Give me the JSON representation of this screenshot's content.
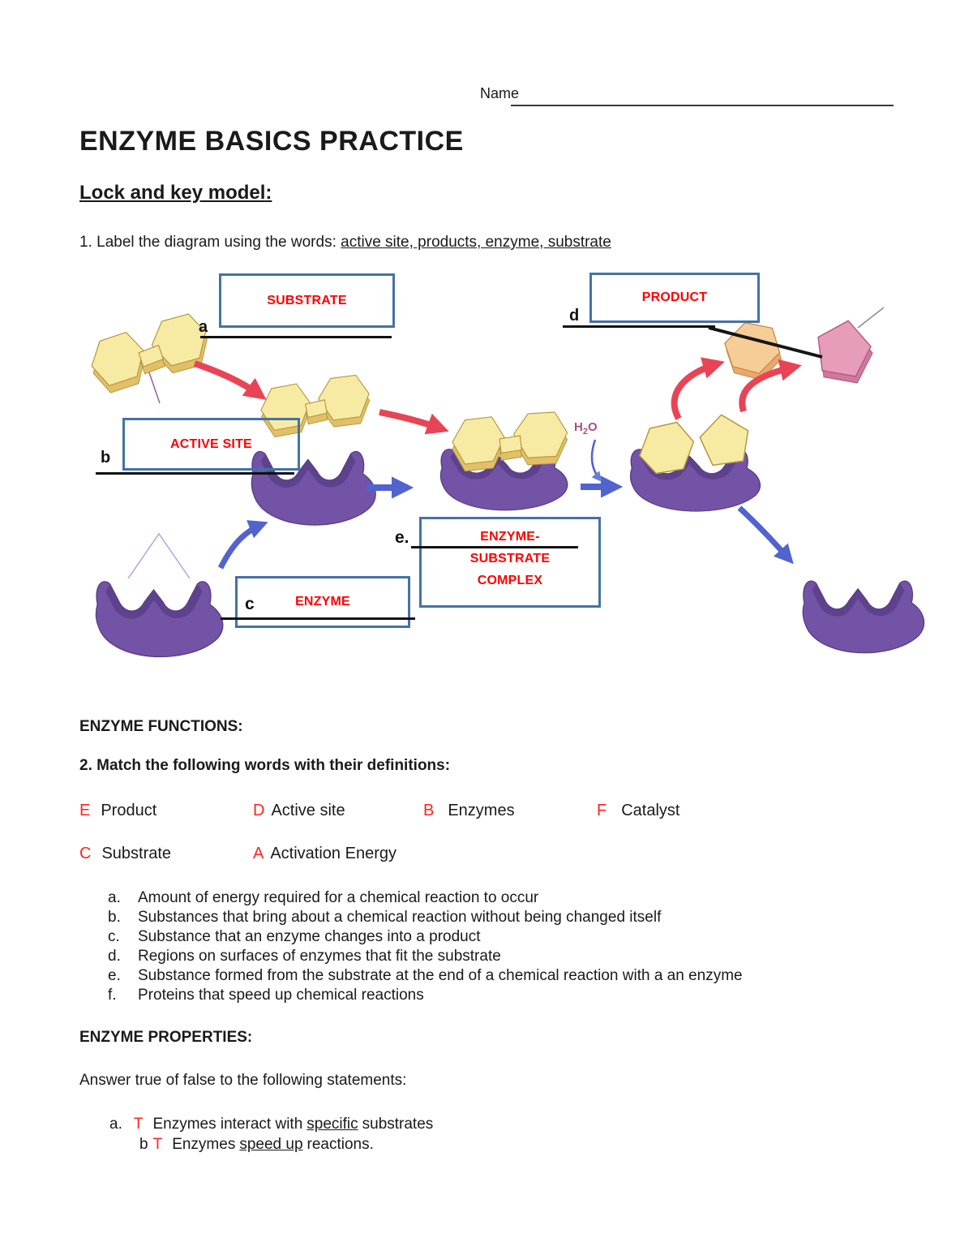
{
  "header": {
    "name_label": "Name",
    "title": "ENZYME BASICS PRACTICE",
    "section_heading": "Lock and key model:",
    "q1_prefix": "1. Label the diagram using the words: ",
    "q1_words": "active site, products, enzyme, substrate"
  },
  "diagram": {
    "box_substrate": "SUBSTRATE",
    "box_product": "PRODUCT",
    "box_active_site": "ACTIVE SITE",
    "box_enzyme": "ENZYME",
    "box_complex_line1": "ENZYME-",
    "box_complex_line2": "SUBSTRATE",
    "box_complex_line3": "COMPLEX",
    "letter_a": "a",
    "letter_b": "b",
    "letter_c": "c",
    "letter_d": "d",
    "letter_e": "e.",
    "water_h": "H",
    "water_sub": "2",
    "water_o": "O",
    "colors": {
      "label_red": "#ff0000",
      "box_border_blue": "#4472a8",
      "enzyme_purple": "#7353a6",
      "enzyme_shadow": "#5c3f8a",
      "substrate_yellow": "#f7eba4",
      "substrate_edge": "#e2c067",
      "product_orange": "#f6cd96",
      "product_pink": "#e79cba",
      "arrow_red": "#e84455",
      "arrow_blue": "#5163ce",
      "water_text": "#a4537b"
    }
  },
  "functions": {
    "heading": "ENZYME FUNCTIONS:",
    "question": "2. Match the following words with their definitions:",
    "matches": [
      {
        "answer": "E",
        "term": "Product"
      },
      {
        "answer": "D",
        "term": "Active site"
      },
      {
        "answer": "B",
        "term": "Enzymes"
      },
      {
        "answer": "F",
        "term": "Catalyst"
      },
      {
        "answer": "C",
        "term": "Substrate"
      },
      {
        "answer": "A",
        "term": "Activation Energy"
      }
    ],
    "definitions": [
      {
        "letter": "a.",
        "text": "Amount of energy required for a chemical reaction to occur"
      },
      {
        "letter": "b.",
        "text": "Substances that bring about a chemical reaction without being changed itself"
      },
      {
        "letter": "c.",
        "text": "Substance that an enzyme changes into a product"
      },
      {
        "letter": "d.",
        "text": "Regions on surfaces of enzymes that fit the substrate"
      },
      {
        "letter": "e.",
        "text": "Substance formed from the substrate at the end of a chemical reaction with a an enzyme"
      },
      {
        "letter": "f.",
        "text": "Proteins that speed up chemical reactions"
      }
    ]
  },
  "properties": {
    "heading": "ENZYME PROPERTIES:",
    "intro": "Answer true of false to the following statements:",
    "statements": [
      {
        "prefix": "a.",
        "answer": "T",
        "before": "Enzymes interact with",
        "underlined": "specific",
        "after": "substrates"
      },
      {
        "prefix": "b",
        "answer": "T",
        "before": "Enzymes",
        "underlined": "speed up",
        "after": "reactions."
      }
    ]
  }
}
